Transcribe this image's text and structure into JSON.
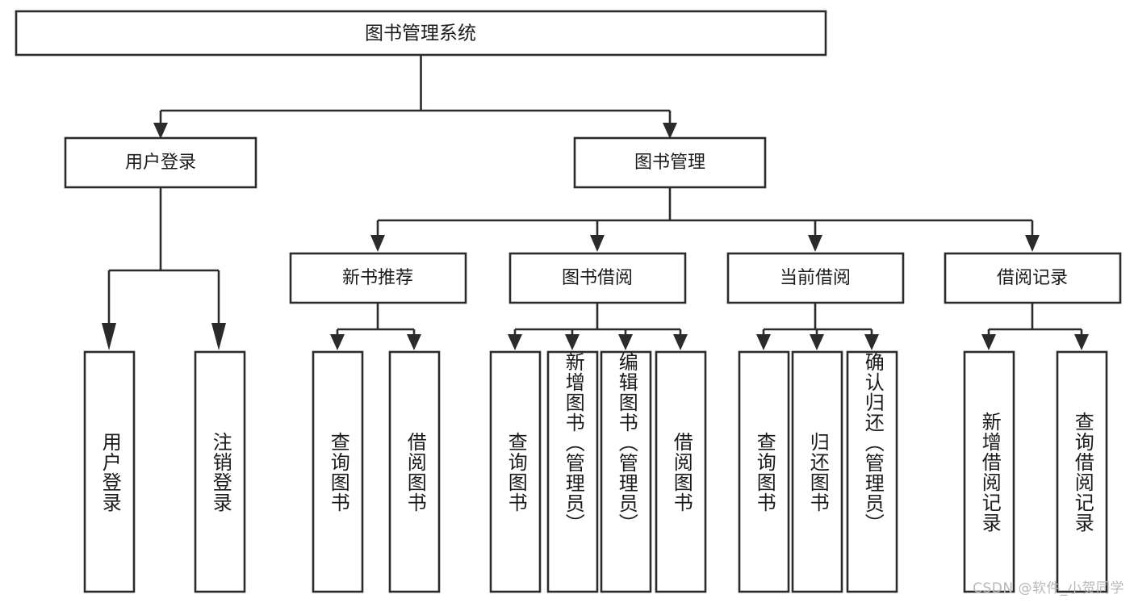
{
  "diagram": {
    "type": "tree",
    "title": "图书管理系统",
    "watermark": "CSDN @软件_小贺同学",
    "colors": {
      "background": "#ffffff",
      "stroke": "#2b2b2b",
      "box_fill": "#ffffff",
      "text": "#1a1a1a",
      "watermark": "#b8b8b8"
    },
    "levels": {
      "root": "图书管理系统",
      "level2": [
        "用户登录",
        "图书管理"
      ],
      "level3": [
        "新书推荐",
        "图书借阅",
        "当前借阅",
        "借阅记录"
      ]
    },
    "nodes": {
      "root": {
        "label": "图书管理系统"
      },
      "user_login": {
        "label": "用户登录"
      },
      "book_manage": {
        "label": "图书管理"
      },
      "new_book_rec": {
        "label": "新书推荐"
      },
      "book_borrow": {
        "label": "图书借阅"
      },
      "current_borrow": {
        "label": "当前借阅"
      },
      "borrow_record": {
        "label": "借阅记录"
      }
    },
    "leaves": {
      "user_login": [
        "用户登录",
        "注销登录"
      ],
      "new_book_rec": [
        "查询图书",
        "借阅图书"
      ],
      "book_borrow": [
        "查询图书",
        "新增图书（管理员）",
        "编辑图书（管理员）",
        "借阅图书"
      ],
      "current_borrow": [
        "查询图书",
        "归还图书",
        "确认归还（管理员）"
      ],
      "borrow_record": [
        "新增借阅记录",
        "查询借阅记录"
      ]
    }
  }
}
